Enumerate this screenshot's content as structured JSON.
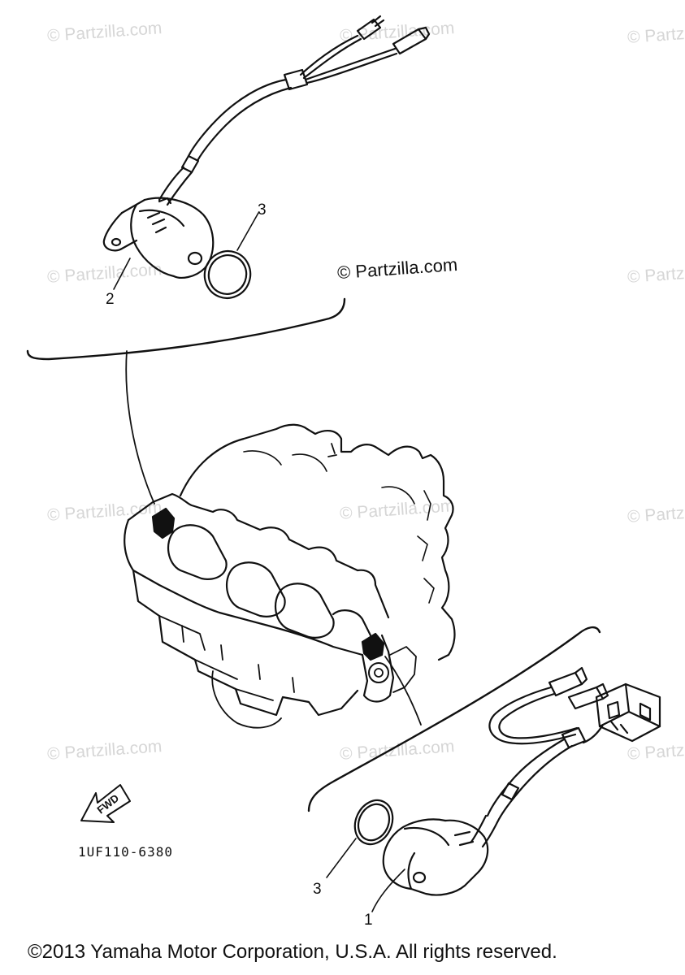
{
  "watermark": "© Partzilla.com",
  "callouts": {
    "part1": "1",
    "part2": "2",
    "part3_top": "3",
    "part3_bottom": "3"
  },
  "fwd_label": "FWD",
  "diagram_code": "1UF110-6380",
  "copyright": "©2013 Yamaha Motor Corporation, U.S.A. All rights reserved.",
  "colors": {
    "line": "#111111",
    "watermark": "#d6d6d6",
    "background": "#ffffff"
  }
}
